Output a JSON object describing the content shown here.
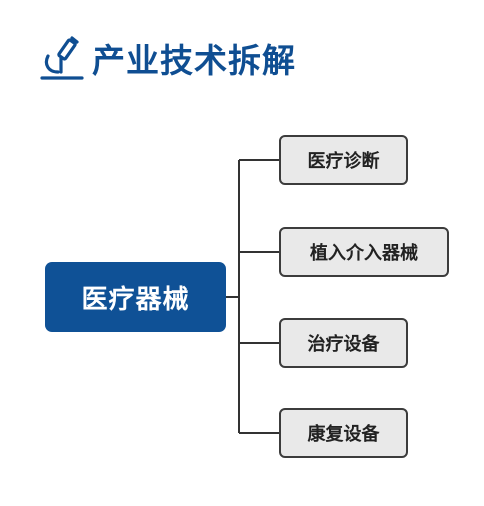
{
  "header": {
    "icon": "microscope-icon",
    "title": "产业技术拆解"
  },
  "diagram": {
    "root": "医疗器械",
    "branches": [
      "医疗诊断",
      "植入介入器械",
      "治疗设备",
      "康复设备"
    ]
  },
  "colors": {
    "title": "#0f4e92",
    "root_fill": "#0f5196",
    "branch_fill": "#e9e9e9",
    "branch_border": "#3c3c3c",
    "line": "#333333"
  }
}
